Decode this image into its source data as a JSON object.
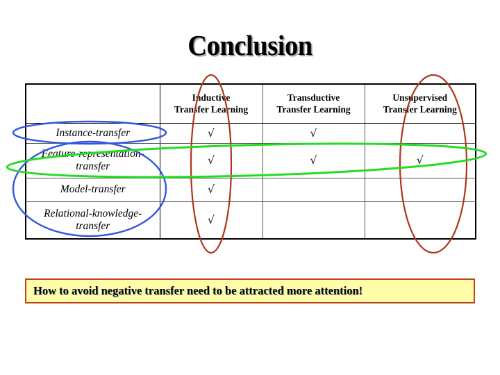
{
  "slide": {
    "title": "Conclusion",
    "background_color": "#ffffff"
  },
  "table": {
    "corner_label": "",
    "column_headers": [
      "Inductive\nTransfer Learning",
      "Transductive\nTransfer Learning",
      "Unsupervised\nTransfer Learning"
    ],
    "column_headers_line1": [
      "Inductive",
      "Transductive",
      "Unsupervised"
    ],
    "column_headers_line2": [
      "Transfer Learning",
      "Transfer Learning",
      "Transfer Learning"
    ],
    "rows": [
      {
        "label": "Instance-transfer",
        "cells": [
          "√",
          "√",
          ""
        ]
      },
      {
        "label": "Feature-representation-transfer",
        "label_line1": "Feature-representation-",
        "label_line2": "transfer",
        "cells": [
          "√",
          "√",
          "√"
        ]
      },
      {
        "label": "Model-transfer",
        "cells": [
          "√",
          "",
          ""
        ]
      },
      {
        "label": "Relational-knowledge-transfer",
        "label_line1": "Relational-knowledge-",
        "label_line2": "transfer",
        "cells": [
          "√",
          "",
          ""
        ]
      }
    ],
    "check_glyph": "√",
    "border_color": "#000000",
    "inner_line_color": "#555555"
  },
  "annotations": {
    "red_color": "#b0341a",
    "green_color": "#22dd22",
    "blue_color": "#3355dd",
    "ellipses": [
      {
        "name": "red-ellipse-inductive-column",
        "color": "#b0341a"
      },
      {
        "name": "red-ellipse-unsupervised-column",
        "color": "#b0341a"
      },
      {
        "name": "green-ellipse-feature-representation-row",
        "color": "#22dd22"
      },
      {
        "name": "blue-ellipse-instance-transfer-row",
        "color": "#3355dd"
      },
      {
        "name": "blue-ellipse-lower-rows",
        "color": "#3355dd"
      }
    ]
  },
  "callout": {
    "text": "How to avoid negative transfer need to be attracted more attention!",
    "fill_color": "#ffffaa",
    "border_color": "#c0401a"
  }
}
